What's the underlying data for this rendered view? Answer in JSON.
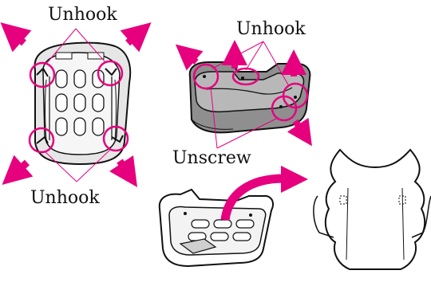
{
  "labels": {
    "unhook_top_left": "Unhook",
    "unhook_top_right": "Unhook",
    "unscrew": "Unscrew",
    "unhook_bottom_left": "Unhook"
  },
  "colors": {
    "accent": "#e6007e",
    "outline": "#111111",
    "seat_fill": "#9a9a9a",
    "seat_light": "#d2d2d2",
    "background": "#ffffff"
  },
  "icons": {
    "arrow": "outward-pull-arrow",
    "callout": "pink-circle-callout",
    "curved_arrow": "transfer-arrow"
  }
}
